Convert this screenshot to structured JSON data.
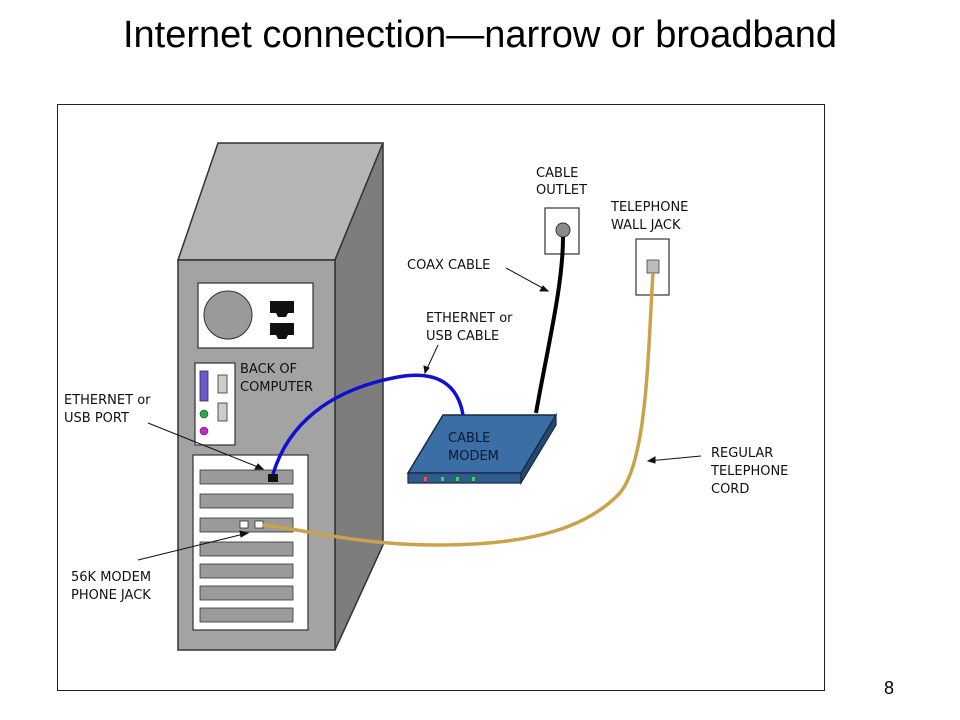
{
  "slide": {
    "title": "Internet connection—narrow or broadband",
    "page_number": "8"
  },
  "diagram": {
    "labels": {
      "cable_outlet": [
        "CABLE",
        "OUTLET"
      ],
      "telephone_wall_jack": [
        "TELEPHONE",
        "WALL JACK"
      ],
      "coax_cable": [
        "COAX CABLE"
      ],
      "ethernet_usb_cable": [
        "ETHERNET or",
        "USB CABLE"
      ],
      "back_of_computer": [
        "BACK OF",
        "COMPUTER"
      ],
      "ethernet_usb_port": [
        "ETHERNET or",
        "USB PORT"
      ],
      "cable_modem": [
        "CABLE",
        "MODEM"
      ],
      "regular_telephone_cord": [
        "REGULAR",
        "TELEPHONE",
        "CORD"
      ],
      "modem_phone_jack": [
        "56K MODEM",
        "PHONE JACK"
      ]
    },
    "colors": {
      "usb_cable": "#1010d0",
      "phone_cord": "#c9a24a",
      "coax": "#000000",
      "modem_body": "#3a6ea5",
      "case": "#9e9e9e"
    }
  }
}
